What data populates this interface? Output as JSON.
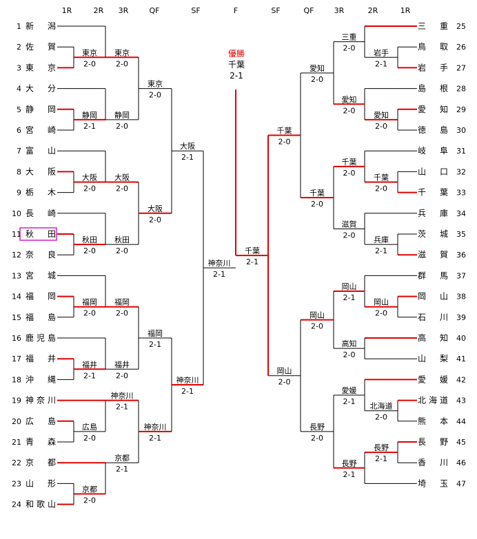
{
  "rounds_left": [
    "1R",
    "2R",
    "3R",
    "QF",
    "SF"
  ],
  "round_final": "F",
  "rounds_right": [
    "SF",
    "QF",
    "3R",
    "2R",
    "1R"
  ],
  "champion": {
    "title": "優勝",
    "name": "千葉",
    "score": "2-1"
  },
  "highlighted_team": "秋田",
  "colors": {
    "win_line": "#e00000",
    "lose_line": "#000000",
    "highlight_box": "#d020c0"
  },
  "left_teams": [
    {
      "no": "1",
      "name": "新潟"
    },
    {
      "no": "2",
      "name": "佐賀"
    },
    {
      "no": "3",
      "name": "東京"
    },
    {
      "no": "4",
      "name": "大分"
    },
    {
      "no": "5",
      "name": "静岡"
    },
    {
      "no": "6",
      "name": "宮崎"
    },
    {
      "no": "7",
      "name": "富山"
    },
    {
      "no": "8",
      "name": "大阪"
    },
    {
      "no": "9",
      "name": "栃木"
    },
    {
      "no": "10",
      "name": "長崎"
    },
    {
      "no": "11",
      "name": "秋田"
    },
    {
      "no": "12",
      "name": "奈良"
    },
    {
      "no": "13",
      "name": "宮城"
    },
    {
      "no": "14",
      "name": "福岡"
    },
    {
      "no": "15",
      "name": "福島"
    },
    {
      "no": "16",
      "name": "鹿児島"
    },
    {
      "no": "17",
      "name": "福井"
    },
    {
      "no": "18",
      "name": "沖縄"
    },
    {
      "no": "19",
      "name": "神奈川"
    },
    {
      "no": "20",
      "name": "広島"
    },
    {
      "no": "21",
      "name": "青森"
    },
    {
      "no": "22",
      "name": "京都"
    },
    {
      "no": "23",
      "name": "山形"
    },
    {
      "no": "24",
      "name": "和歌山"
    }
  ],
  "right_teams": [
    {
      "no": "25",
      "name": "三重"
    },
    {
      "no": "26",
      "name": "鳥取"
    },
    {
      "no": "27",
      "name": "岩手"
    },
    {
      "no": "28",
      "name": "島根"
    },
    {
      "no": "29",
      "name": "愛知"
    },
    {
      "no": "30",
      "name": "徳島"
    },
    {
      "no": "31",
      "name": "岐阜"
    },
    {
      "no": "32",
      "name": "山口"
    },
    {
      "no": "33",
      "name": "千葉"
    },
    {
      "no": "34",
      "name": "兵庫"
    },
    {
      "no": "35",
      "name": "茨城"
    },
    {
      "no": "36",
      "name": "滋賀"
    },
    {
      "no": "37",
      "name": "群馬"
    },
    {
      "no": "38",
      "name": "岡山"
    },
    {
      "no": "39",
      "name": "石川"
    },
    {
      "no": "40",
      "name": "高知"
    },
    {
      "no": "41",
      "name": "山梨"
    },
    {
      "no": "42",
      "name": "愛媛"
    },
    {
      "no": "43",
      "name": "北海道"
    },
    {
      "no": "44",
      "name": "熊本"
    },
    {
      "no": "45",
      "name": "長野"
    },
    {
      "no": "46",
      "name": "香川"
    },
    {
      "no": "47",
      "name": "埼玉"
    }
  ],
  "left_matches": {
    "r2": [
      {
        "winner": "東京",
        "score": "2-0"
      },
      {
        "winner": "静岡",
        "score": "2-1"
      },
      {
        "winner": "大阪",
        "score": "2-0"
      },
      {
        "winner": "秋田",
        "score": "2-0"
      },
      {
        "winner": "福岡",
        "score": "2-0"
      },
      {
        "winner": "福井",
        "score": "2-1"
      },
      {
        "winner": "広島",
        "score": "2-0"
      },
      {
        "winner": "京都",
        "score": "2-0"
      }
    ],
    "r3": [
      {
        "winner": "東京",
        "score": "2-0"
      },
      {
        "winner": "静岡",
        "score": "2-0"
      },
      {
        "winner": "大阪",
        "score": "2-0"
      },
      {
        "winner": "秋田",
        "score": "2-0"
      },
      {
        "winner": "福岡",
        "score": "2-0"
      },
      {
        "winner": "福井",
        "score": "2-0"
      },
      {
        "winner": "神奈川",
        "score": "2-1"
      },
      {
        "winner": "京都",
        "score": "2-1"
      }
    ],
    "qf": [
      {
        "winner": "東京",
        "score": "2-0"
      },
      {
        "winner": "大阪",
        "score": "2-0"
      },
      {
        "winner": "福岡",
        "score": "2-1"
      },
      {
        "winner": "神奈川",
        "score": "2-1"
      }
    ],
    "sf": [
      {
        "winner": "大阪",
        "score": "2-1"
      },
      {
        "winner": "神奈川",
        "score": "2-1"
      }
    ],
    "final": {
      "winner": "神奈川",
      "score": "2-1"
    }
  },
  "right_matches": {
    "r2": [
      {
        "winner": "岩手",
        "score": "2-1"
      },
      {
        "winner": "愛知",
        "score": "2-0"
      },
      {
        "winner": "千葉",
        "score": "2-0"
      },
      {
        "winner": "兵庫",
        "score": "2-1"
      },
      {
        "winner": "岡山",
        "score": "2-0"
      },
      {
        "winner": "北海道",
        "score": "2-0"
      },
      {
        "winner": "長野",
        "score": "2-1"
      }
    ],
    "r3": [
      {
        "winner": "三重",
        "score": "2-0"
      },
      {
        "winner": "愛知",
        "score": "2-0"
      },
      {
        "winner": "千葉",
        "score": "2-0"
      },
      {
        "winner": "滋賀",
        "score": "2-0"
      },
      {
        "winner": "岡山",
        "score": "2-1"
      },
      {
        "winner": "高知",
        "score": "2-0"
      },
      {
        "winner": "愛媛",
        "score": "2-1"
      },
      {
        "winner": "長野",
        "score": "2-1"
      }
    ],
    "qf": [
      {
        "winner": "愛知",
        "score": "2-0"
      },
      {
        "winner": "千葉",
        "score": "2-0"
      },
      {
        "winner": "岡山",
        "score": "2-0"
      },
      {
        "winner": "長野",
        "score": "2-0"
      }
    ],
    "sf": [
      {
        "winner": "千葉",
        "score": "2-0"
      },
      {
        "winner": "岡山",
        "score": "2-0"
      }
    ],
    "final": {
      "winner": "千葉",
      "score": "2-1"
    }
  }
}
